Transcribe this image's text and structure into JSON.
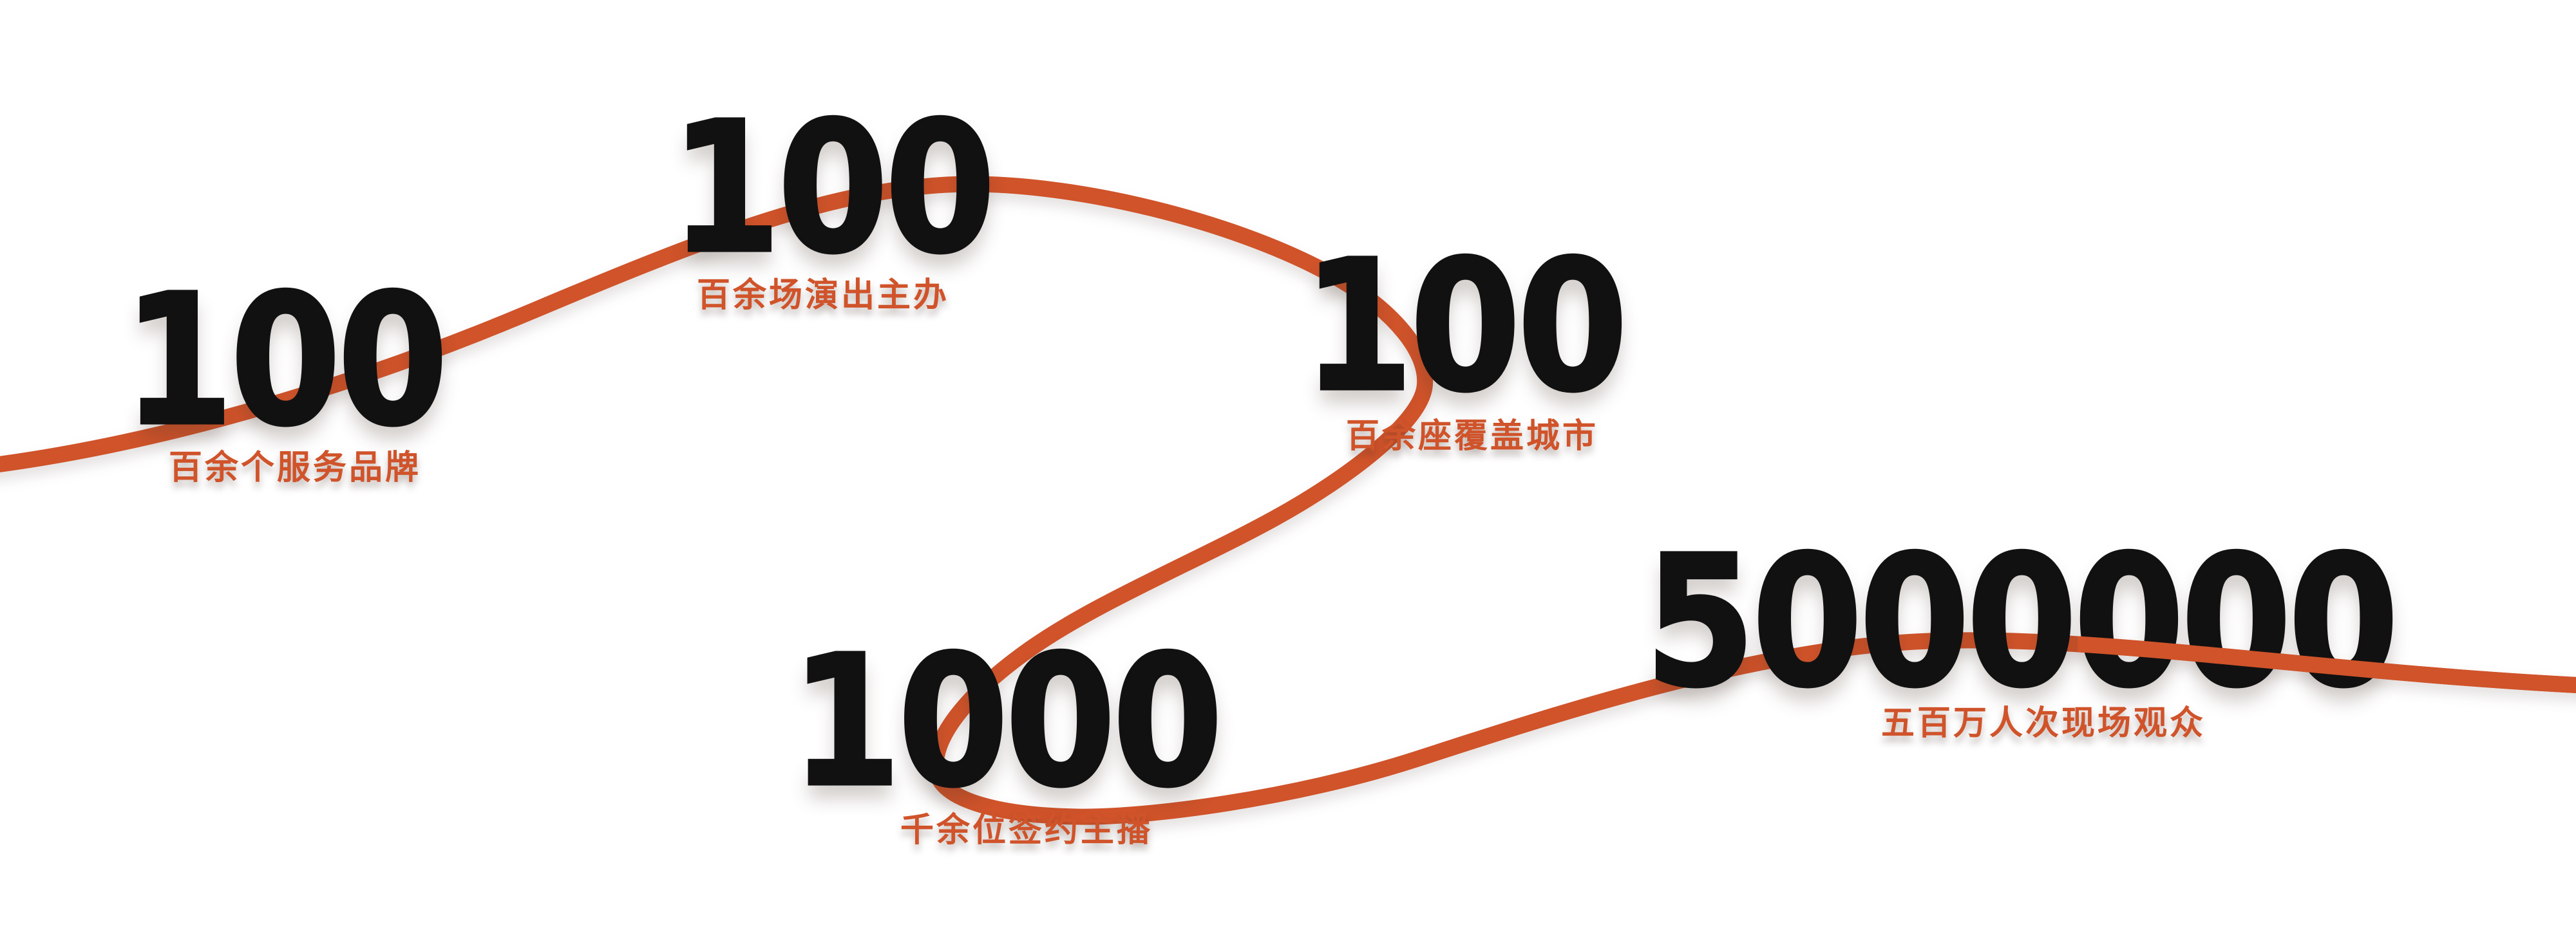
{
  "theme": {
    "background_color": "#ffffff",
    "accent_color": "#d0532a",
    "number_color": "#111111"
  },
  "stats": [
    {
      "value": "100",
      "label": "百余个服务品牌"
    },
    {
      "value": "100",
      "label": "百余场演出主办"
    },
    {
      "value": "100",
      "label": "百余座覆盖城市"
    },
    {
      "value": "1000",
      "label": "千余位签约主播"
    },
    {
      "value": "5000000",
      "label": "五百万人次现场观众"
    }
  ]
}
